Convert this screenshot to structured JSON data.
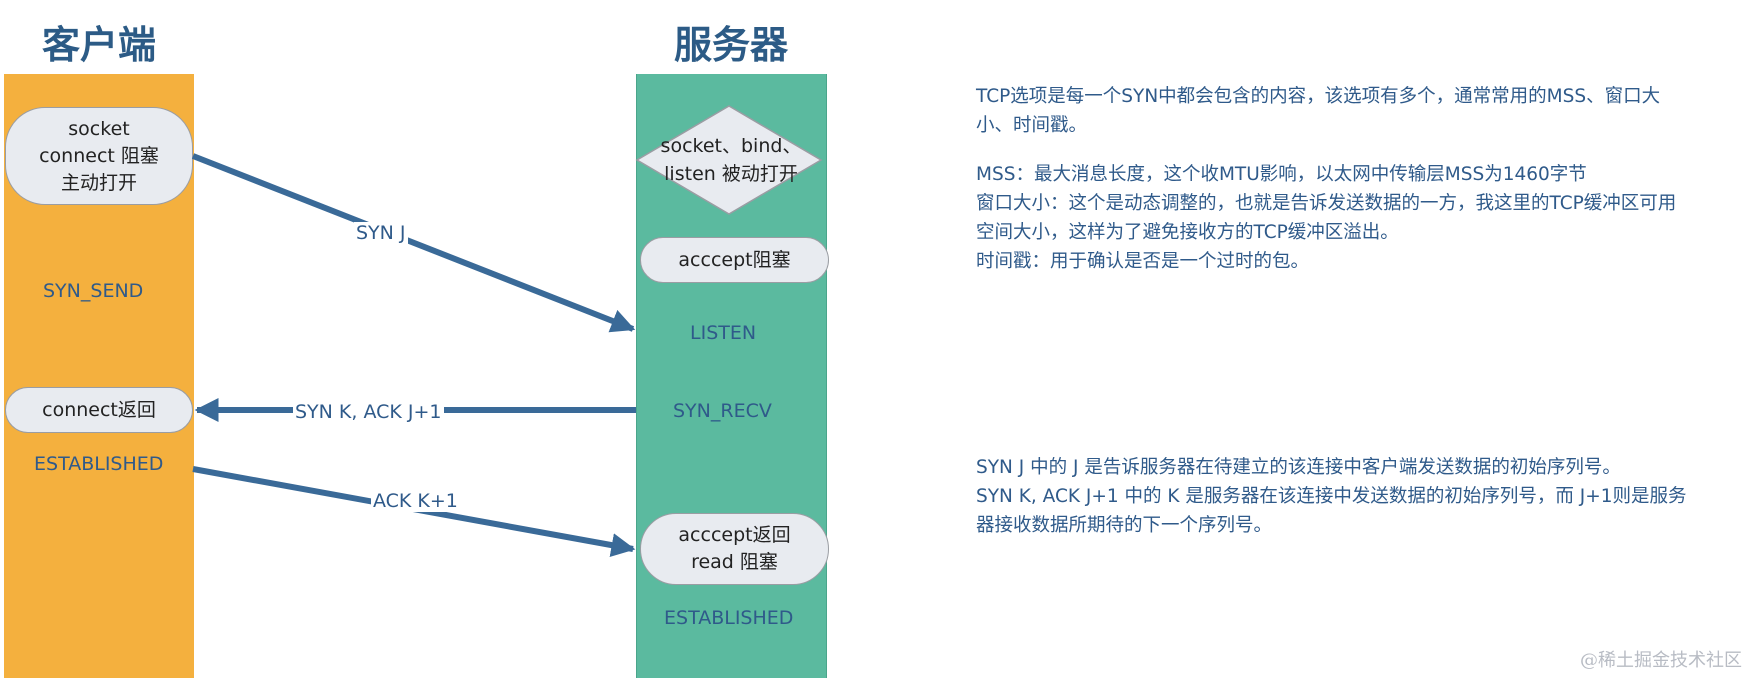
{
  "headers": {
    "client": "客户端",
    "server": "服务器"
  },
  "client": {
    "node1": [
      "socket",
      "connect 阻塞",
      "主动打开"
    ],
    "state1": "SYN_SEND",
    "node2": "connect返回",
    "state2": "ESTABLISHED"
  },
  "server": {
    "node1": [
      "socket、bind、",
      "listen 被动打开"
    ],
    "node2": "acccept阻塞",
    "state1": "LISTEN",
    "state2": "SYN_RECV",
    "node3": [
      "acccept返回",
      "read 阻塞"
    ],
    "state3": "ESTABLISHED"
  },
  "arrows": {
    "a1": "SYN J",
    "a2": "SYN K, ACK J+1",
    "a3": "ACK K+1"
  },
  "notes": {
    "p1": [
      "TCP选项是每一个SYN中都会包含的内容，该选项有多个，通常常用的MSS、窗口大",
      "小、时间戳。"
    ],
    "p2": [
      "MSS：最大消息长度，这个收MTU影响，以太网中传输层MSS为1460字节",
      "窗口大小：这个是动态调整的，也就是告诉发送数据的一方，我这里的TCP缓冲区可用",
      "空间大小，这样为了避免接收方的TCP缓冲区溢出。",
      "时间戳：用于确认是否是一个过时的包。"
    ],
    "p3": [
      "SYN J 中的 J 是告诉服务器在待建立的该连接中客户端发送数据的初始序列号。",
      "SYN K, ACK J+1 中的 K 是服务器在该连接中发送数据的初始序列号，而 J+1则是服务",
      "器接收数据所期待的下一个序列号。"
    ]
  },
  "watermark": "@稀土掘金技术社区",
  "colors": {
    "client": "#f4b03e",
    "server": "#5bba9f",
    "arrow": "#3a6a98",
    "text": "#2f5a8a"
  }
}
